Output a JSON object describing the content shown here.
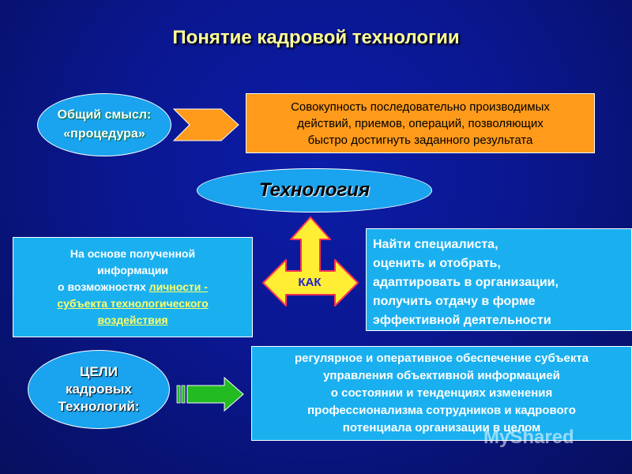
{
  "title": "Понятие кадровой технологии",
  "meaning": {
    "lines": [
      "Общий смысл:",
      "«процедура»"
    ]
  },
  "definition": {
    "lines": [
      "Совокупность последовательно производимых",
      "действий, приемов, операций, позволяющих",
      "быстро достигнуть заданного результата"
    ]
  },
  "technology_label": "Технология",
  "how_label": "КАК",
  "basis": {
    "line1": "На основе полученной",
    "line2": "информации",
    "line3_plain": "о возможностях ",
    "line3_underlined": "личности - ",
    "line4": " субъекта технологического",
    "line5": "воздействия "
  },
  "actions": {
    "lines": [
      "Найти специалиста,",
      " оценить и отобрать,",
      " адаптировать в организации,",
      "получить отдачу  в форме",
      " эффективной деятельности"
    ]
  },
  "goals_label": {
    "lines": [
      "ЦЕЛИ",
      "кадровых",
      "Технологий:"
    ]
  },
  "goals_text": {
    "lines": [
      "регулярное и оперативное обеспечение субъекта",
      "управления объективной информацией",
      "о состоянии и тенденциях изменения",
      "профессионализма сотрудников и кадрового",
      "потенциала организации в целом"
    ]
  },
  "watermark": "MyShared",
  "colors": {
    "background": "#0a1790",
    "ellipse": "#1aa3ee",
    "orange": "#ff9a1a",
    "box": "#1ab0f0",
    "title": "#ffff99",
    "cross_arrow": "#ffee33",
    "green_arrow": "#22bb22"
  },
  "icons": [
    "orange-chevron-arrow",
    "yellow-four-way-arrow",
    "green-striped-arrow"
  ]
}
